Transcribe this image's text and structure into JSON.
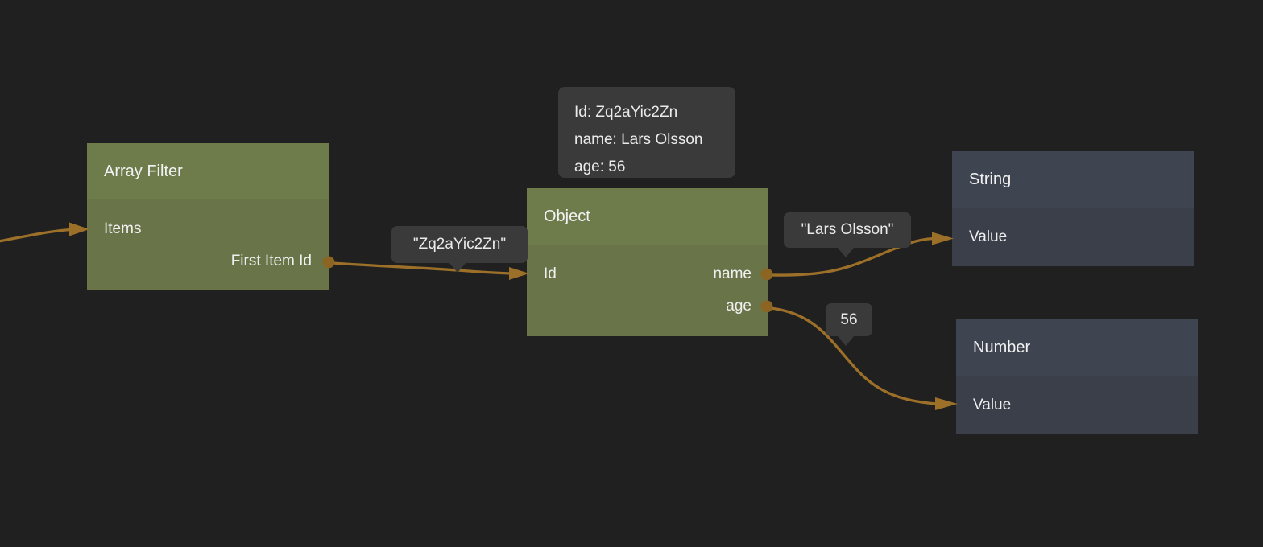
{
  "colors": {
    "canvas_bg": "#202020",
    "green_header": "#6e7c4c",
    "green_body": "#697449",
    "dark_header": "#3e4450",
    "dark_body": "#3a3f4a",
    "bubble_bg": "#3a3a3a",
    "wire": "#9c7028",
    "port": "#8c6523"
  },
  "nodes": {
    "array_filter": {
      "title": "Array Filter",
      "inputs": [
        "Items"
      ],
      "outputs": [
        "First Item Id"
      ]
    },
    "object": {
      "title": "Object",
      "inputs": [
        "Id"
      ],
      "outputs": [
        "name",
        "age"
      ]
    },
    "string": {
      "title": "String",
      "inputs": [
        "Value"
      ],
      "outputs": []
    },
    "number": {
      "title": "Number",
      "inputs": [
        "Value"
      ],
      "outputs": []
    }
  },
  "value_labels": {
    "object_preview": [
      "Id: Zq2aYic2Zn",
      "name: Lars Olsson",
      "age: 56"
    ],
    "id_value": "\"Zq2aYic2Zn\"",
    "name_value": "\"Lars Olsson\"",
    "age_value": "56"
  }
}
